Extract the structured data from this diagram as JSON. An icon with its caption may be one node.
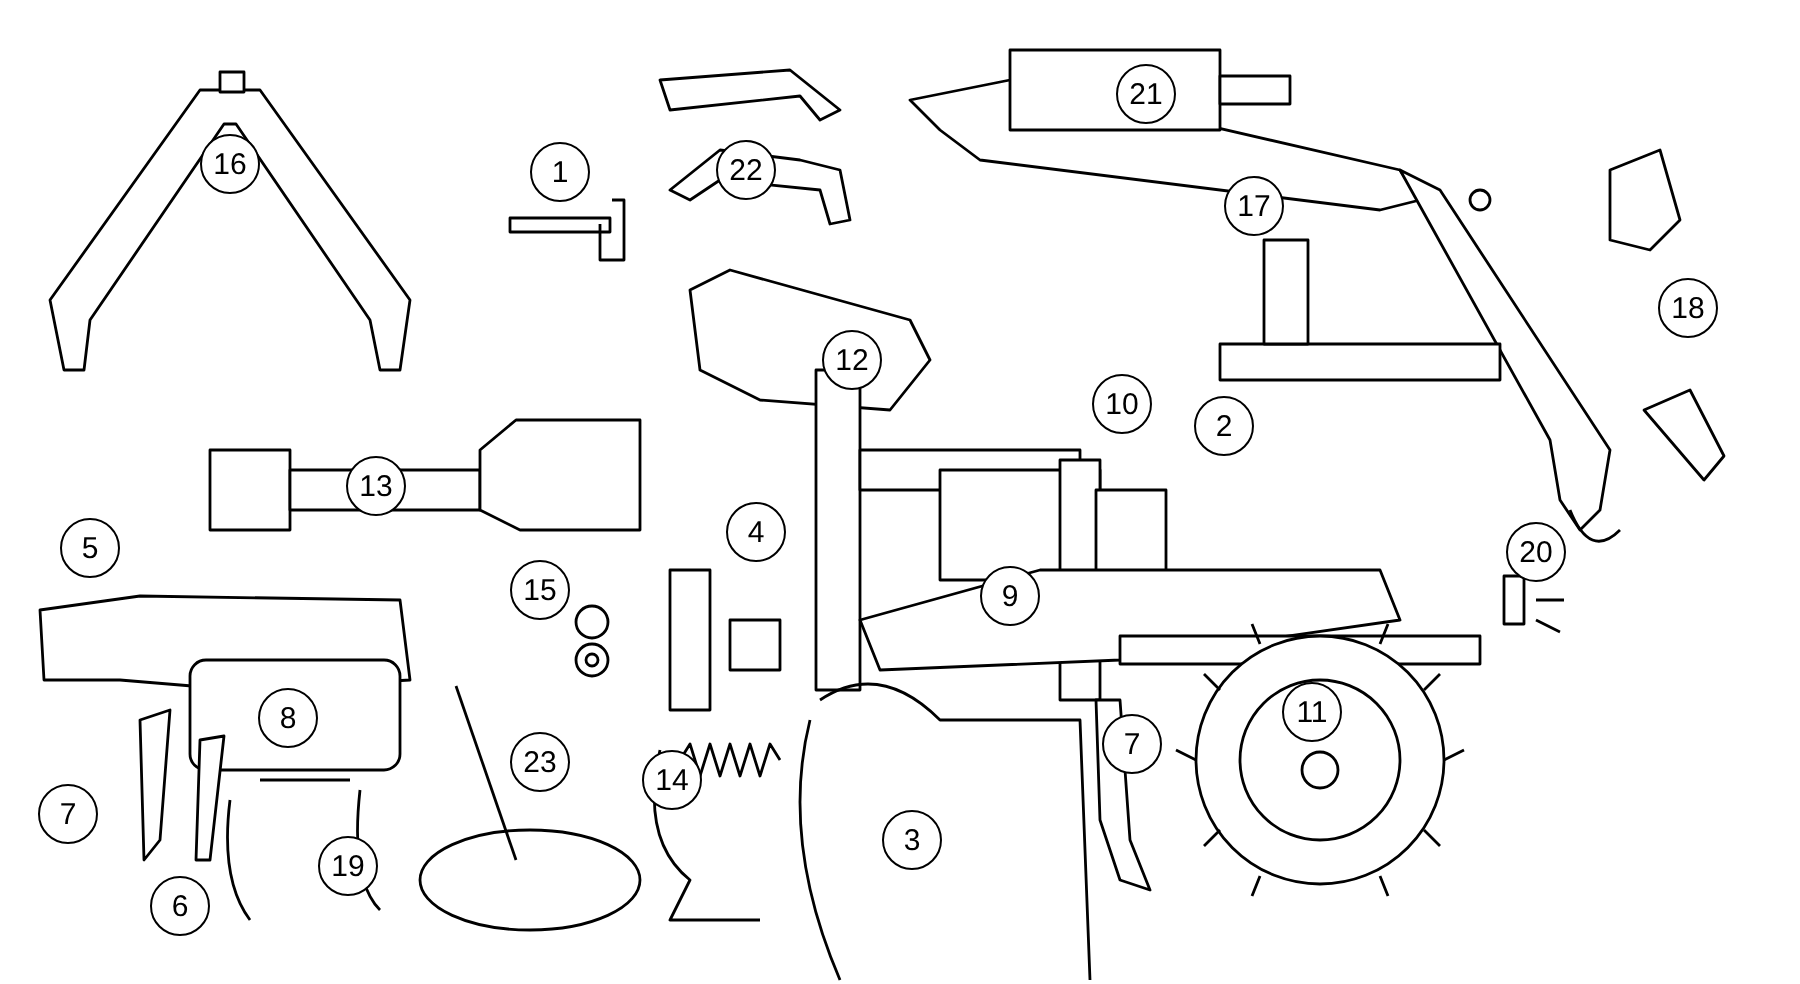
{
  "diagram": {
    "labels": [
      "21",
      "16",
      "1",
      "22",
      "17",
      "18",
      "12",
      "10",
      "2",
      "13",
      "4",
      "5",
      "20",
      "15",
      "9",
      "8",
      "11",
      "7",
      "23",
      "14",
      "7",
      "3",
      "19",
      "6"
    ]
  }
}
